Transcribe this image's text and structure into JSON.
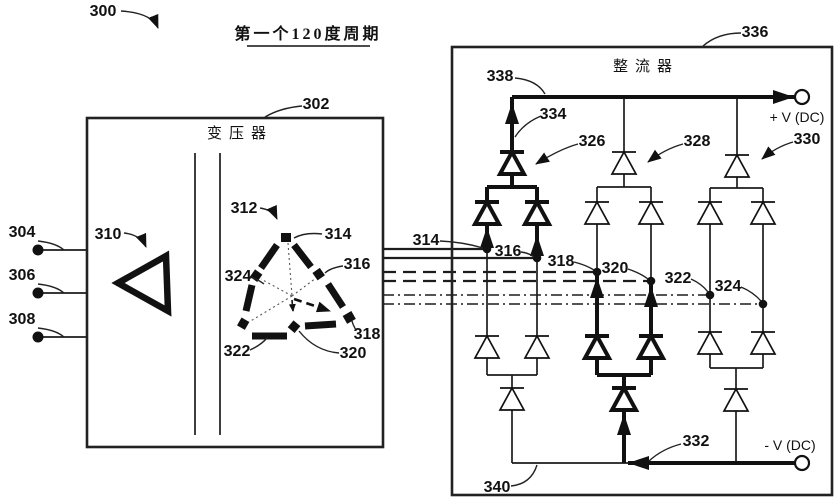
{
  "figure_ref": "300",
  "cycle_title": "第一个120度周期",
  "transformer": {
    "ref": "302",
    "title": "变压器",
    "primary_ref": "310",
    "secondary_ref": "312",
    "input_refs": [
      "304",
      "306",
      "308"
    ],
    "node_refs": [
      "314",
      "316",
      "318",
      "320",
      "322",
      "324"
    ]
  },
  "rectifier": {
    "ref": "336",
    "title": "整流器",
    "leg_refs": [
      "326",
      "328",
      "330"
    ],
    "pos_bus_ref": "338",
    "pos_feed_ref": "334",
    "neg_feed_ref": "332",
    "neg_bus_ref": "340",
    "pos_terminal_label": "+ V (DC)",
    "neg_terminal_label": "- V (DC)",
    "node_refs": [
      "314",
      "316",
      "318",
      "320",
      "322",
      "324"
    ]
  },
  "colors": {
    "ink": "#1a1a1a",
    "background": "#ffffff"
  }
}
